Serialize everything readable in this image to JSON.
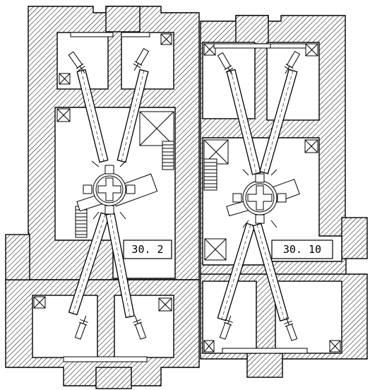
{
  "drawing": {
    "labels": [
      {
        "id": "left-block",
        "text": "30. 2"
      },
      {
        "id": "right-block",
        "text": "30. 10"
      }
    ],
    "hatch_color": "#000000",
    "background_color": "#ffffff"
  }
}
